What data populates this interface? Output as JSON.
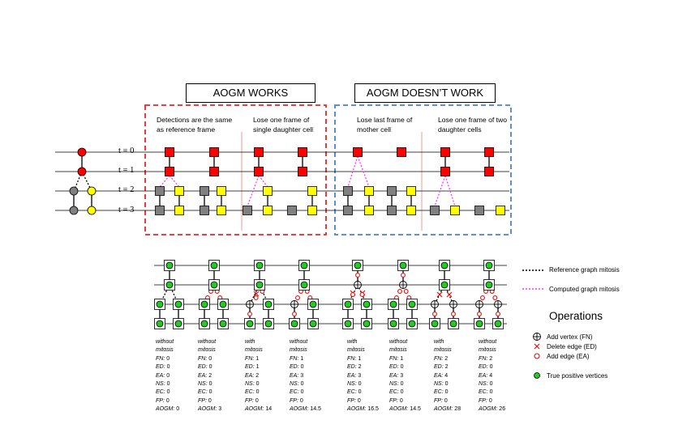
{
  "headers": {
    "works": "AOGM WORKS",
    "doesnt_work": "AOGM DOESN’T WORK"
  },
  "captions": [
    "Detections are the same as reference frame",
    "Lose one frame of single daughter cell",
    "Lose last frame of mother cell",
    "Lose one frame of two daughter cells"
  ],
  "time_labels": [
    "t = 0",
    "t = 1",
    "t = 2",
    "t = 3"
  ],
  "metric_keys": [
    "FN:",
    "ED:",
    "EA:",
    "NS:",
    "EC:",
    "FP:",
    "AOGM:"
  ],
  "cases": [
    {
      "heading": [
        "without",
        "mitosis"
      ],
      "values": [
        "0",
        "0",
        "0",
        "0",
        "0",
        "0",
        "0"
      ]
    },
    {
      "heading": [
        "without",
        "mitosis"
      ],
      "values": [
        "0",
        "0",
        "2",
        "0",
        "0",
        "0",
        "3"
      ]
    },
    {
      "heading": [
        "with",
        "mitosis"
      ],
      "values": [
        "1",
        "1",
        "2",
        "0",
        "0",
        "0",
        "14"
      ]
    },
    {
      "heading": [
        "without",
        "mitosis"
      ],
      "values": [
        "1",
        "0",
        "3",
        "0",
        "0",
        "0",
        "14.5"
      ]
    },
    {
      "heading": [
        "with",
        "mitosis"
      ],
      "values": [
        "1",
        "2",
        "3",
        "0",
        "0",
        "0",
        "16.5"
      ]
    },
    {
      "heading": [
        "without",
        "mitosis"
      ],
      "values": [
        "1",
        "0",
        "3",
        "0",
        "0",
        "0",
        "14.5"
      ]
    },
    {
      "heading": [
        "with",
        "mitosis"
      ],
      "values": [
        "2",
        "2",
        "4",
        "0",
        "0",
        "0",
        "28"
      ]
    },
    {
      "heading": [
        "without",
        "mitosis"
      ],
      "values": [
        "2",
        "0",
        "4",
        "0",
        "0",
        "0",
        "26"
      ]
    }
  ],
  "legend": {
    "reference": "Reference graph mitosis",
    "computed": "Computed graph mitosis",
    "operations_title": "Operations",
    "add_vertex": "Add vertex (FN)",
    "delete_edge": "Delete edge (ED)",
    "add_edge": "Add edge (EA)",
    "true_positive": "True positive vertices"
  },
  "colors": {
    "red_box": "#e8262a",
    "blue_box": "#4a7fd0",
    "red_node": "#ff0000",
    "yellow_node": "#ffff00",
    "gray_node": "#808080",
    "green_node": "#22cc22",
    "magenta": "#ff33ff",
    "ops_red": "#e01010"
  }
}
